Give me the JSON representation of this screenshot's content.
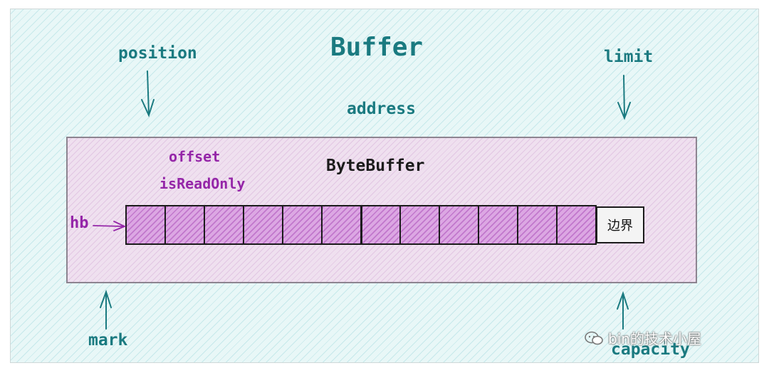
{
  "diagram": {
    "title": "Buffer",
    "labels": {
      "position": "position",
      "limit": "limit",
      "address": "address",
      "mark": "mark",
      "capacity": "capacity"
    },
    "bytebuffer": {
      "title": "ByteBuffer",
      "fields": [
        "offset",
        "isReadOnly"
      ],
      "array_label": "hb",
      "cell_count": 12,
      "boundary_label": "边界"
    },
    "watermark": "bin的技术小屋",
    "colors": {
      "label": "#1a7a80",
      "field": "#9526a8",
      "cell": "#dca7e3",
      "outer_bg": "#e8f7f7",
      "inner_bg": "#efe0ef"
    }
  }
}
